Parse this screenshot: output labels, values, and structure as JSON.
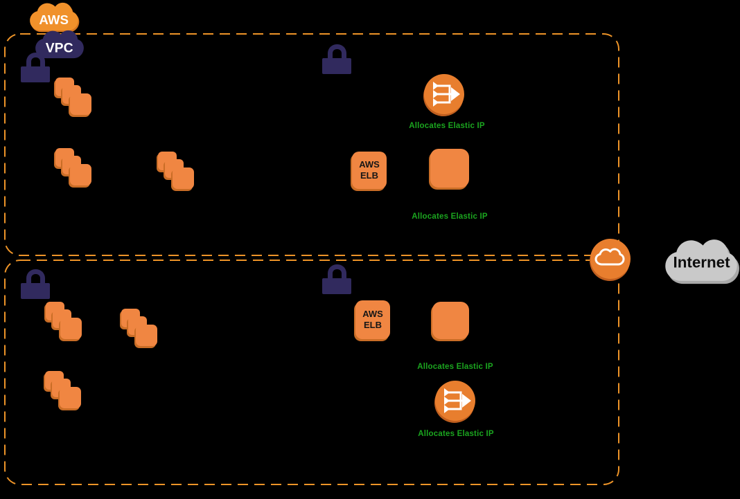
{
  "labels": {
    "aws": "AWS",
    "vpc": "VPC",
    "elb_line1": "AWS",
    "elb_line2": "ELB",
    "allocates_elastic_ip": "Allocates Elastic IP",
    "internet": "Internet"
  },
  "colors": {
    "background": "#000000",
    "dashed_border_orange": "#EE9428",
    "icon_orange": "#F08642",
    "icon_orange_shadow": "#C96D26",
    "circle_orange": "#E87E2E",
    "circle_orange_shadow": "#C05F1F",
    "aws_cloud_orange": "#F0912B",
    "navy": "#312A5E",
    "green_label": "#1BA51F",
    "internet_cloud_gray": "#C9C9C9",
    "internet_cloud_shadow": "#A9A9A9",
    "node_text": "#161616"
  },
  "icons": {
    "aws_cloud": "aws-cloud-icon",
    "vpc_cloud": "vpc-cloud-icon",
    "lock": "lock-icon",
    "instances_stack": "ec2-instances-stack-icon",
    "nat_gateway": "nat-gateway-icon",
    "elb_node": "elb-node",
    "instance_node": "ec2-instance-node",
    "internet_gateway": "internet-gateway-icon",
    "internet_cloud": "internet-cloud-icon"
  }
}
